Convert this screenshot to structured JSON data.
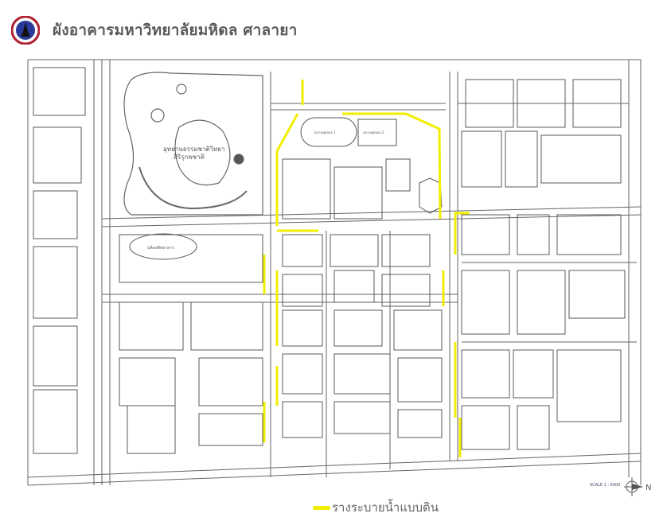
{
  "header": {
    "title": "ผังอาคารมหาวิทยาลัยมหิดล ศาลายา",
    "logo_icon": "mahidol-university-seal"
  },
  "map": {
    "labels": {
      "park": "อุทยานธรรมชาติวิทยา",
      "park_line2": "สิริรุกขชาติ",
      "auditorium": "มหิดลสิทธาคาร",
      "football_1": "สนามฟุตบอล 1",
      "football_2": "สนามฟุตบอล 2"
    },
    "scale": "SCALE 1 : 6000",
    "north_label": "N"
  },
  "legend": {
    "items": [
      {
        "label": "รางระบายน้ำแบบดิน",
        "color": "#f2ee00"
      }
    ]
  },
  "colors": {
    "line": "#5a5a5a",
    "drain": "#f2ee00",
    "logo_blue": "#2a3a9a",
    "logo_red": "#b02030"
  }
}
